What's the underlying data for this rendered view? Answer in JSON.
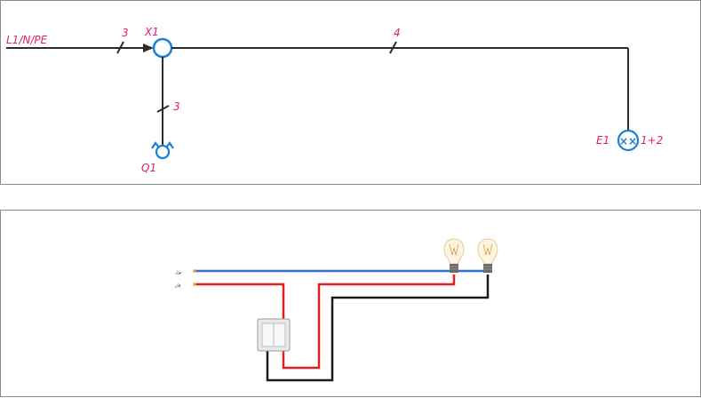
{
  "colors": {
    "label": "#e0206a",
    "symbol": "#1a7fd6",
    "wire": "#2b2b2b",
    "neutral": "#2f6fd0",
    "line": "#e02020",
    "switched": "#1c1c1c"
  },
  "single_line": {
    "feed_label": "L1/N/PE",
    "feed_conductors": "3",
    "junction_label": "X1",
    "branch_conductors": "3",
    "socket_label": "Q1",
    "run_conductors": "4",
    "lamp_label": "E1",
    "lamp_circuits": "1+2",
    "lamp_symbol": "××"
  },
  "wiring": {
    "wire_top_label": "نول",
    "wire_bottom_label": "فاز",
    "switch_icon": "double-switch-icon",
    "bulb_icon": "filament-bulb-icon"
  }
}
